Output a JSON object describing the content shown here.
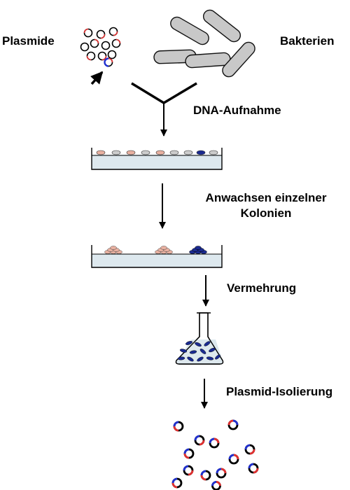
{
  "labels": {
    "plasmids": "Plasmide",
    "bacteria": "Bakterien",
    "dna_uptake": "DNA-Aufnahme",
    "colony_growth_line1": "Anwachsen einzelner",
    "colony_growth_line2": "Kolonien",
    "replication": "Vermehrung",
    "isolation": "Plasmid-Isolierung"
  },
  "colors": {
    "plasmid_red": "#e03030",
    "plasmid_blue": "#2030d0",
    "bacteria_fill": "#c8c8c8",
    "colony_pink": "#e8b0a0",
    "colony_blue": "#1a2a90",
    "plate_line": "#000000"
  },
  "icons": {
    "pointer": "arrow-icon",
    "plasmid": "plasmid-ring-icon",
    "bacterium": "bacterium-rod-icon",
    "petri_dish": "petri-dish-icon",
    "flask": "erlenmeyer-flask-icon"
  }
}
